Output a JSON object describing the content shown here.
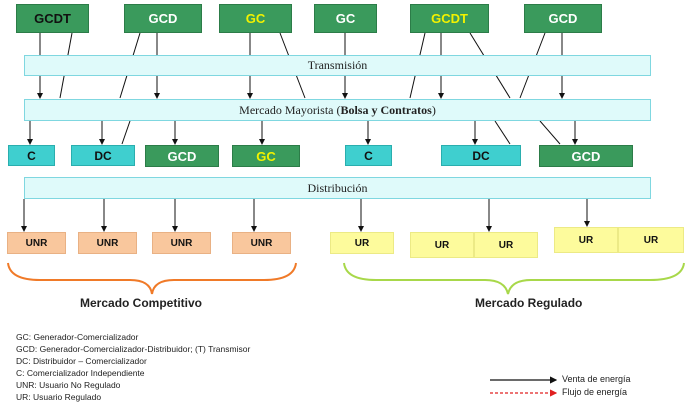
{
  "generators": [
    {
      "label": "GCDT",
      "tone": "dark"
    },
    {
      "label": "GCD",
      "tone": "light"
    },
    {
      "label": "GC",
      "tone": "yellow"
    },
    {
      "label": "GC",
      "tone": "light"
    },
    {
      "label": "GCDT",
      "tone": "yellow"
    },
    {
      "label": "GCD",
      "tone": "light"
    }
  ],
  "bands": {
    "transmision": "Transmisión",
    "mercado_prefix": "Mercado Mayorista (",
    "mercado_bold": "Bolsa y Contratos",
    "mercado_suffix": ")",
    "distribucion": "Distribución"
  },
  "agents": [
    "C",
    "DC",
    "GCD",
    "GC",
    "C",
    "DC",
    "GCD"
  ],
  "users": {
    "unr": [
      "UNR",
      "UNR",
      "UNR",
      "UNR"
    ],
    "ur": [
      "UR",
      "UR",
      "UR",
      "UR",
      "UR"
    ]
  },
  "markets": {
    "competitivo": "Mercado Competitivo",
    "regulado": "Mercado Regulado"
  },
  "legend": [
    "GC:   Generador-Comercializador",
    "GCD: Generador-Comercializador-Distribuidor; (T) Transmisor",
    "DC: Distribuidor – Comercializador",
    "C:    Comercializador Independiente",
    "UNR: Usuario No Regulado",
    "UR: Usuario Regulado"
  ],
  "key": {
    "venta": "Venta de energía",
    "flujo": "Flujo de energía"
  },
  "colors": {
    "generator": "#3a9a5c",
    "agent": "#3fcfcf",
    "band": "#dffafa",
    "unr": "#f9c79d",
    "ur": "#fdfb9c",
    "competitivo_brace": "#f07a28",
    "regulado_brace": "#a8d84a",
    "flujo": "#e02020"
  }
}
